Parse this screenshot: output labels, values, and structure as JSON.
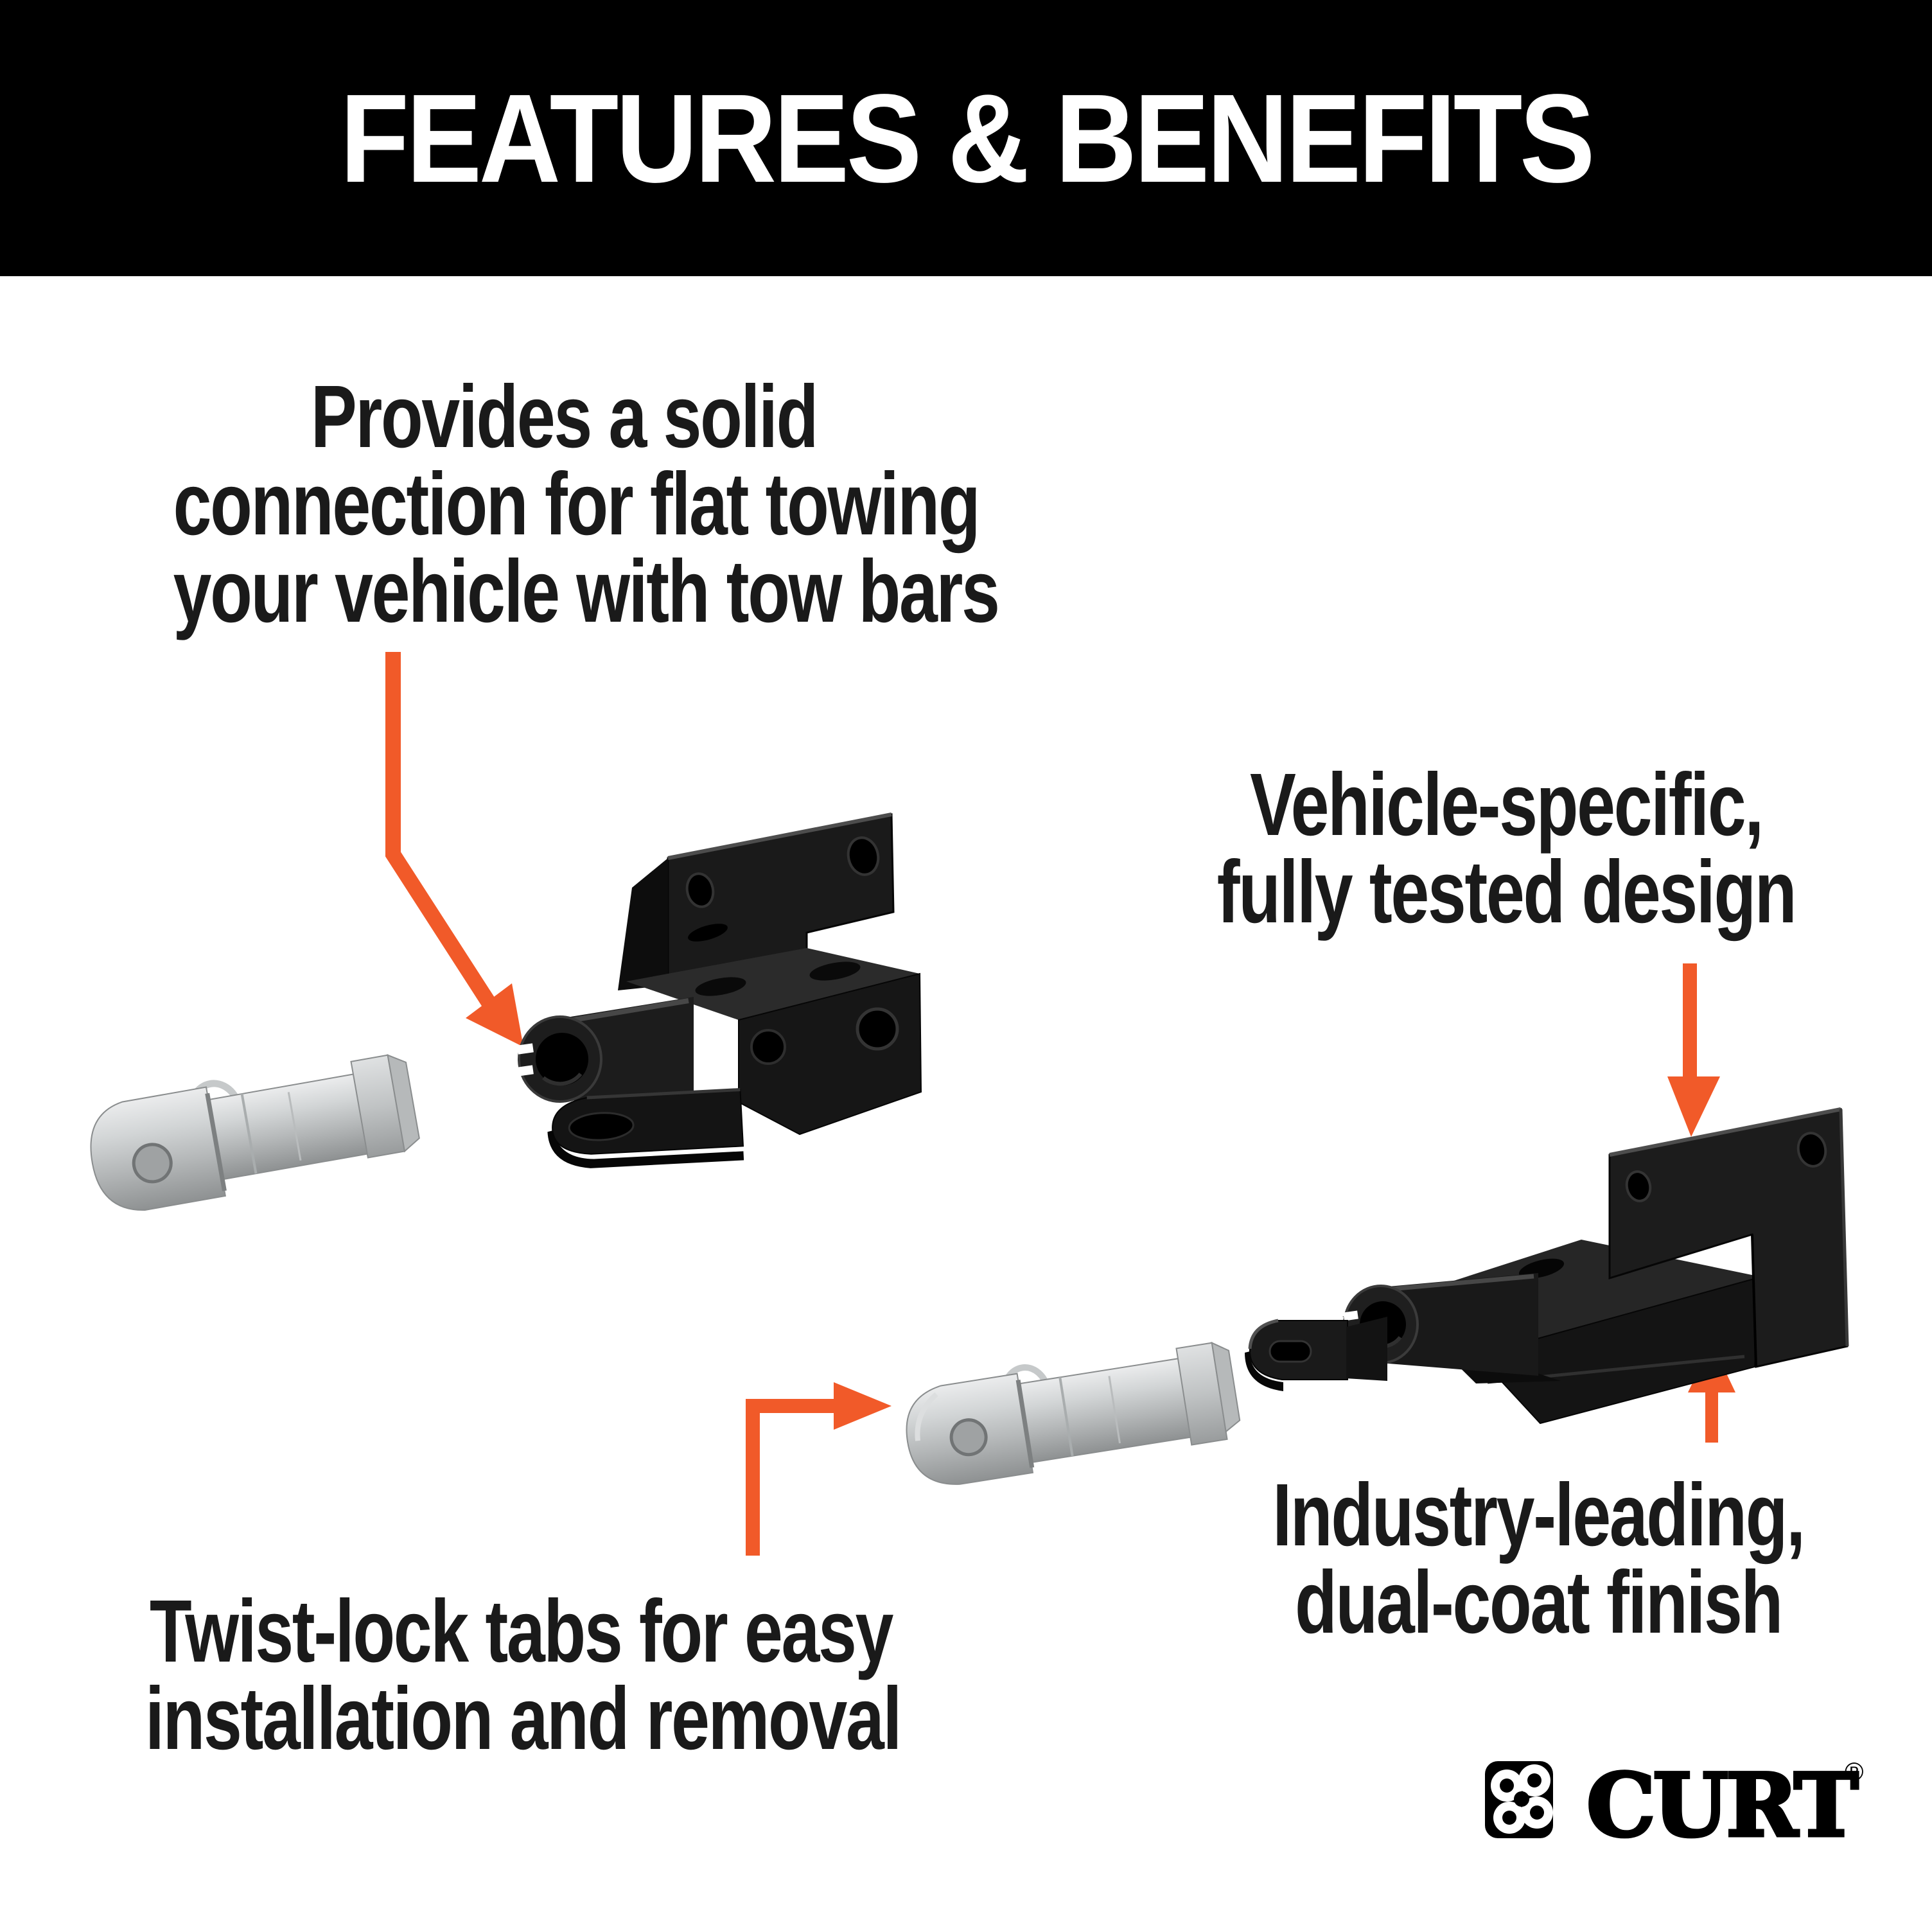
{
  "header": {
    "title": "FEATURES & BENEFITS"
  },
  "annotations": {
    "flat_towing": {
      "lines": [
        "Provides a solid",
        "connection for flat towing",
        "your vehicle with tow bars"
      ]
    },
    "vehicle_specific": {
      "lines": [
        "Vehicle-specific,",
        "fully tested design"
      ]
    },
    "twist_lock": {
      "lines": [
        "Twist-lock tabs for easy",
        "installation and removal"
      ]
    },
    "dual_coat": {
      "lines": [
        "Industry-leading,",
        "dual-coat finish"
      ]
    }
  },
  "brand": {
    "name": "CURT",
    "registered_mark": "®",
    "logo_icon": "curt-clover-badge-icon"
  },
  "colors": {
    "accent_orange": "#F15A29",
    "banner": "#000000",
    "text": "#1A1A1A",
    "background": "#FFFFFF",
    "product_black": "#151515",
    "product_silver": "#C7CACB"
  }
}
